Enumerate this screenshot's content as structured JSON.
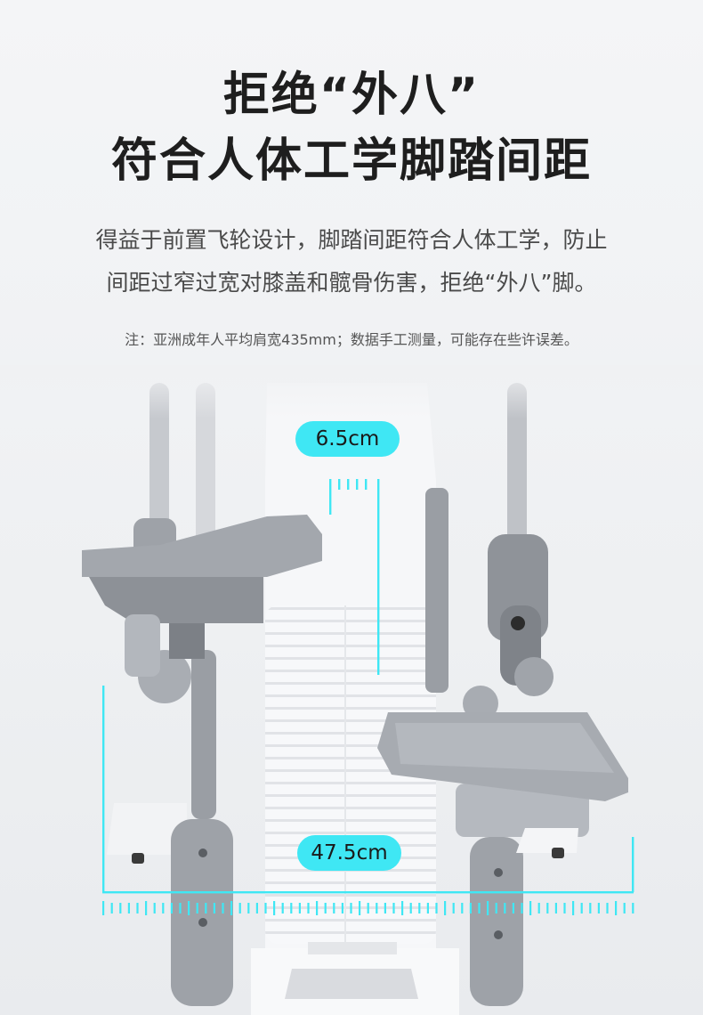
{
  "headline": {
    "line1": "拒绝“外八”",
    "line2": "符合人体工学脚踏间距"
  },
  "description": {
    "line1": "得益于前置飞轮设计，脚踏间距符合人体工学，防止",
    "line2": "间距过窄过宽对膝盖和髋骨伤害，拒绝“外八”脚。"
  },
  "note": "注：亚洲成年人平均肩宽435mm；数据手工测量，可能存在些许误差。",
  "measurements": {
    "pedal_gap": "6.5cm",
    "pedal_span": "47.5cm"
  },
  "colors": {
    "accent": "#3fe7f4",
    "machine_gray": "#8c9096",
    "machine_white": "#f6f7f9"
  }
}
